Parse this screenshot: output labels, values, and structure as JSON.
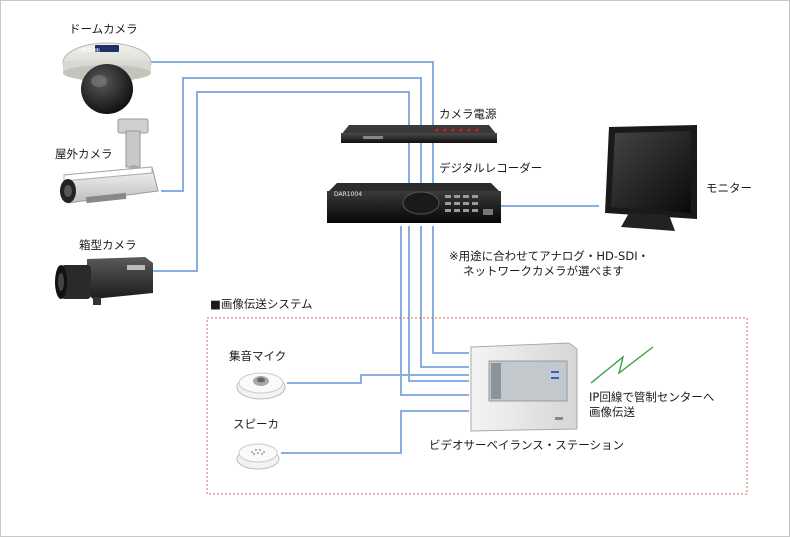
{
  "devices": {
    "dome_camera": "ドームカメラ",
    "outdoor_camera": "屋外カメラ",
    "box_camera": "箱型カメラ",
    "camera_power": "カメラ電源",
    "digital_recorder": "デジタルレコーダー",
    "monitor": "モニター",
    "microphone": "集音マイク",
    "speaker": "スピーカ",
    "station": "ビデオサーベイランス・ステーション"
  },
  "notes": {
    "camera_note_line1": "※用途に合わせてアナログ・HD-SDI・",
    "camera_note_line2": "ネットワークカメラが選べます",
    "ip_line1": "IP回線で管制センターへ",
    "ip_line2": "画像伝送"
  },
  "section": {
    "title": "■画像伝送システム"
  },
  "markings": {
    "camera_brand": "ATSUMI",
    "recorder_model": "DAR1004"
  },
  "colors": {
    "wire": "#8aaee0",
    "section_border": "#e06060",
    "lightning": "#3aa04a"
  }
}
